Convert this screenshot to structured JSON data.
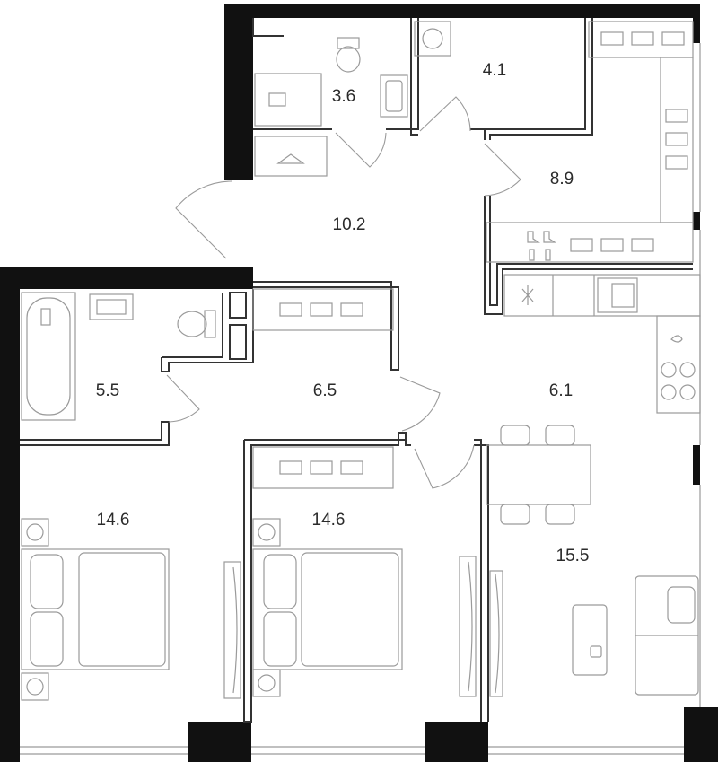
{
  "rooms": [
    {
      "id": "bathroom-small",
      "area": "3.6"
    },
    {
      "id": "laundry",
      "area": "4.1"
    },
    {
      "id": "walk-in-closet",
      "area": "8.9"
    },
    {
      "id": "entrance-hall",
      "area": "10.2"
    },
    {
      "id": "bathroom-main",
      "area": "5.5"
    },
    {
      "id": "hallway",
      "area": "6.5"
    },
    {
      "id": "kitchen",
      "area": "6.1"
    },
    {
      "id": "bedroom-left",
      "area": "14.6"
    },
    {
      "id": "bedroom-middle",
      "area": "14.6"
    },
    {
      "id": "living-room",
      "area": "15.5"
    }
  ]
}
